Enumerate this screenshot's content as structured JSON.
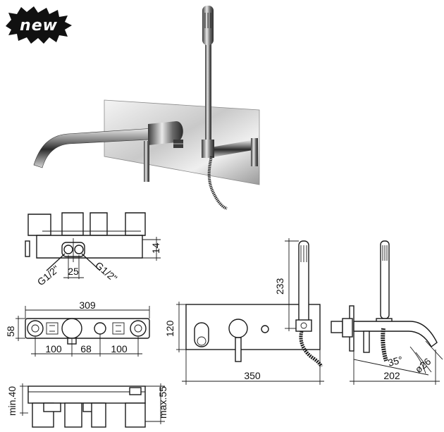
{
  "badge": {
    "text": "new"
  },
  "top_view": {
    "dims": {
      "thread_left": "G1/2\"",
      "spacing": "25",
      "thread_right": "G1/2\"",
      "height": "14"
    }
  },
  "front_plan": {
    "dims": {
      "overall": "309",
      "depth": "58",
      "left": "100",
      "middle": "68",
      "right": "100"
    }
  },
  "side_view": {
    "dims": {
      "min": "min.40",
      "max": "max.55"
    }
  },
  "front_view": {
    "dims": {
      "shower_height": "233",
      "plate_height": "120",
      "plate_width": "350"
    }
  },
  "profile_view": {
    "dims": {
      "angle": "35°",
      "diameter": "ø26",
      "projection": "202"
    }
  },
  "colors": {
    "line": "#1a1a1a",
    "chrome_dark": "#3a3a3a",
    "chrome_light": "#e8e8e8",
    "badge": "#111111"
  }
}
